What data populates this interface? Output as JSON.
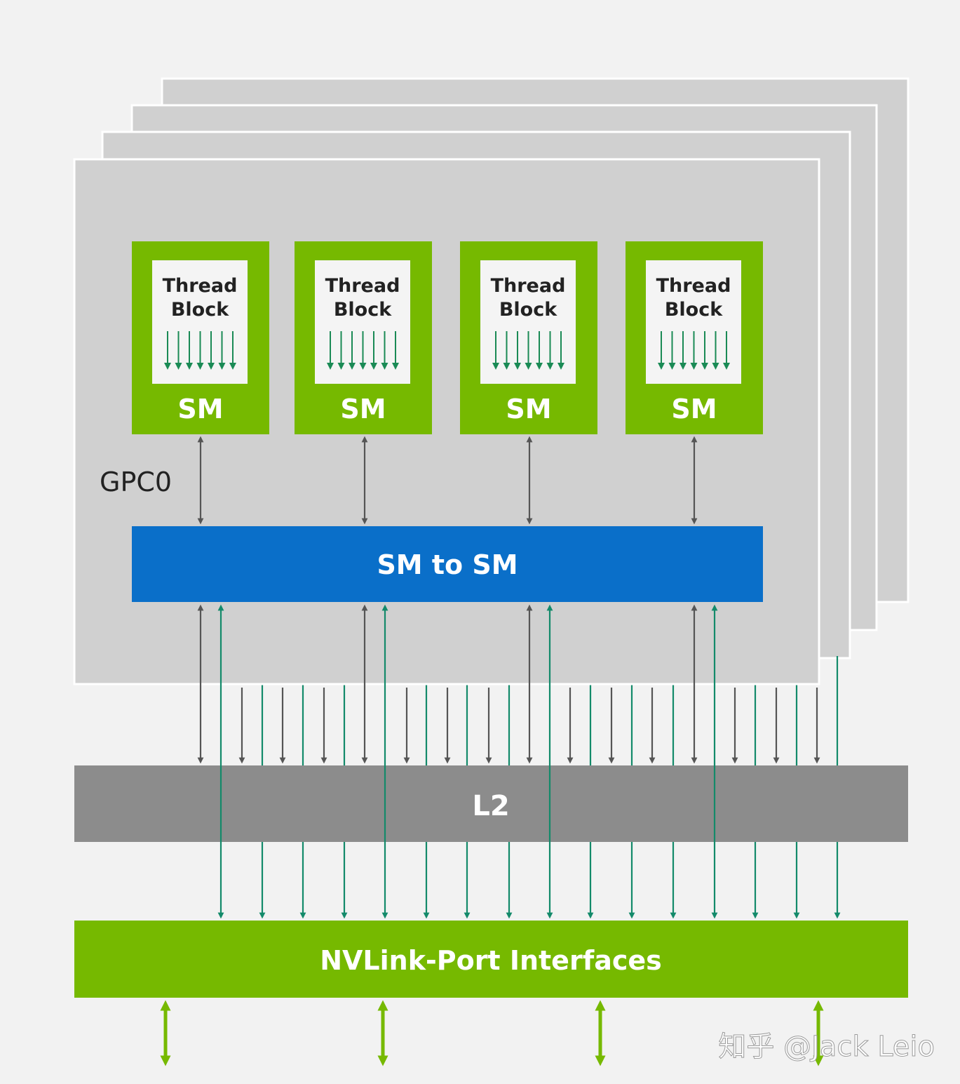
{
  "gpc": {
    "label": "GPC0",
    "sm_units": [
      {
        "block_label_line1": "Thread",
        "block_label_line2": "Block",
        "sm_label": "SM"
      },
      {
        "block_label_line1": "Thread",
        "block_label_line2": "Block",
        "sm_label": "SM"
      },
      {
        "block_label_line1": "Thread",
        "block_label_line2": "Block",
        "sm_label": "SM"
      },
      {
        "block_label_line1": "Thread",
        "block_label_line2": "Block",
        "sm_label": "SM"
      }
    ]
  },
  "sm_to_sm": {
    "label": "SM to SM"
  },
  "l2": {
    "label": "L2"
  },
  "nvlink": {
    "label": "NVLink-Port Interfaces"
  },
  "watermark": {
    "text": "知乎 @Jack Leio"
  },
  "colors": {
    "background": "#f2f2f2",
    "gpc_panel": "#d0d0d0",
    "gpc_border": "#ffffff",
    "sm_green": "#76b900",
    "thread_block_bg": "#f4f4f4",
    "sm_to_sm_blue": "#0a6fc9",
    "l2_gray": "#8c8c8c",
    "gray_arrow": "#555555",
    "teal_arrow": "#138a6a",
    "nvlink_arrow": "#76b900",
    "label_white": "#ffffff",
    "label_dark": "#222222"
  }
}
